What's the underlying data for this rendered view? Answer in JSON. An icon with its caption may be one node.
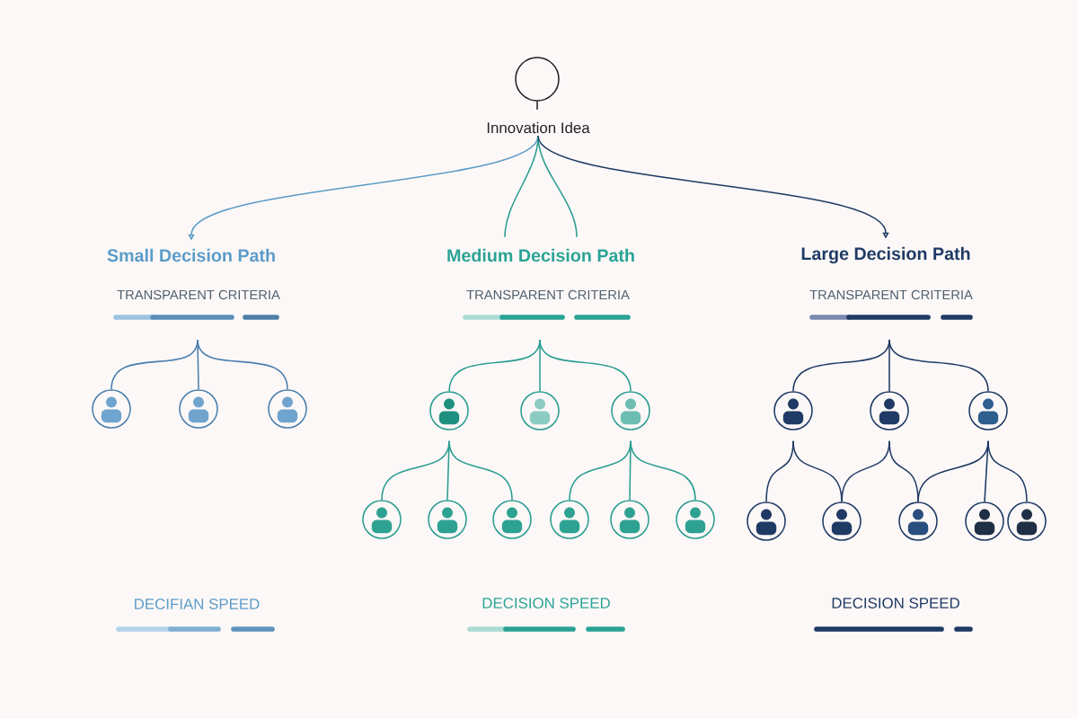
{
  "diagram": {
    "nodes": [
      {
        "text": [
          "Innovation Idea"
        ]
      },
      {
        "text": [
          "Small Decision Path"
        ]
      },
      {
        "text": [
          "Medium Decision Path"
        ]
      },
      {
        "text": [
          "Large Decision Path"
        ]
      },
      {
        "text": [],
        "shape": "person"
      },
      {
        "text": [],
        "shape": "person"
      },
      {
        "text": [],
        "shape": "person"
      },
      {
        "text": [],
        "shape": "person"
      },
      {
        "text": [],
        "shape": "person"
      },
      {
        "text": [],
        "shape": "person"
      },
      {
        "text": [],
        "shape": "person"
      },
      {
        "text": [],
        "shape": "person"
      },
      {
        "text": [],
        "shape": "person"
      },
      {
        "text": [],
        "shape": "person"
      },
      {
        "text": [],
        "shape": "person"
      },
      {
        "text": [],
        "shape": "person"
      },
      {
        "text": [],
        "shape": "person"
      },
      {
        "text": [],
        "shape": "person"
      },
      {
        "text": [],
        "shape": "person"
      },
      {
        "text": [],
        "shape": "person"
      },
      {
        "text": [],
        "shape": "person"
      },
      {
        "text": [],
        "shape": "person"
      },
      {
        "text": [],
        "shape": "person"
      },
      {
        "text": [],
        "shape": "person"
      }
    ],
    "edges": [
      {
        "from": 0,
        "to": 1,
        "arrow": "to",
        "color": "#5b9bc8"
      },
      {
        "from": 0,
        "to": 2,
        "arrow": "none"
      },
      {
        "from": 0,
        "to": 2,
        "arrow": "none"
      },
      {
        "from": 0,
        "to": 3,
        "arrow": "to",
        "color": "#1f3a64"
      },
      {
        "from": null,
        "to": 4,
        "arrow": "none",
        "color": "#4a7fae"
      },
      {
        "from": null,
        "to": 5,
        "arrow": "none",
        "color": "#4a7fae"
      },
      {
        "from": null,
        "to": 6,
        "arrow": "none",
        "color": "#4a7fae"
      },
      {
        "from": null,
        "to": 7,
        "arrow": "none"
      },
      {
        "from": null,
        "to": 8,
        "arrow": "none"
      },
      {
        "from": null,
        "to": 9,
        "arrow": "none"
      },
      {
        "from": 7,
        "to": 10,
        "arrow": "none"
      },
      {
        "from": 7,
        "to": 11,
        "arrow": "none"
      },
      {
        "from": 7,
        "to": 12,
        "arrow": "none"
      },
      {
        "from": 9,
        "to": 13,
        "arrow": "none"
      },
      {
        "from": 9,
        "to": 14,
        "arrow": "none"
      },
      {
        "from": 9,
        "to": 15,
        "arrow": "none"
      },
      {
        "from": null,
        "to": 16,
        "arrow": "none",
        "color": "#1f3a64"
      },
      {
        "from": null,
        "to": 17,
        "arrow": "none",
        "color": "#1f3a64"
      },
      {
        "from": null,
        "to": 18,
        "arrow": "none",
        "color": "#1f3a64"
      },
      {
        "from": 16,
        "to": 19,
        "arrow": "none",
        "color": "#1f3a64"
      },
      {
        "from": 16,
        "to": 20,
        "arrow": "none",
        "color": "#1f3a64"
      },
      {
        "from": 17,
        "to": 20,
        "arrow": "none",
        "color": "#1f3a64"
      },
      {
        "from": 17,
        "to": 21,
        "arrow": "none",
        "color": "#1f3a64"
      },
      {
        "from": 18,
        "to": 21,
        "arrow": "none",
        "color": "#1f3a64"
      },
      {
        "from": 18,
        "to": 22,
        "arrow": "none",
        "color": "#1f3a64"
      },
      {
        "from": 18,
        "to": 23,
        "arrow": "none",
        "color": "#1f3a64"
      }
    ],
    "labels": [
      "TRANSPARENT CRITERIA",
      "TRANSPARENT CRITERIA",
      "TRANSPARENT CRITERIA",
      "DECIFIAN SPEED",
      "DECISION SPEED",
      "DECISION SPEED"
    ]
  }
}
